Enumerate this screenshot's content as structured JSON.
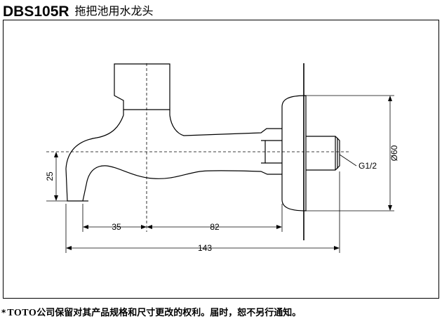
{
  "header": {
    "model": "DBS105R",
    "product_name": "拖把池用水龙头"
  },
  "dimensions": {
    "height_left": "25",
    "spout_offset": "35",
    "center_to_wall": "82",
    "overall_length": "143",
    "flange_diameter": "Ø60",
    "thread": "G1/2"
  },
  "footer": {
    "mark": "*",
    "brand": "TOTO",
    "notice": "公司保留对其产品规格和尺寸更改的权利。届时，恕不另行通知。"
  }
}
